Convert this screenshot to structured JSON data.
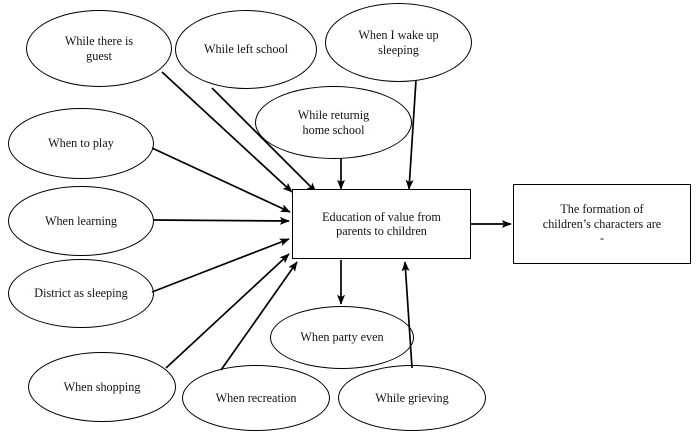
{
  "diagram": {
    "title": "Education of value from parents to children",
    "stroke_color": "#000000",
    "text_color": "#1a1208",
    "background": "#ffffff",
    "sources": [
      {
        "id": "while-there-is-guest",
        "label": "While there is\nguest",
        "line1": "While there is",
        "line2": "guest"
      },
      {
        "id": "while-left-school",
        "label": "While left school",
        "line1": "While left school",
        "line2": ""
      },
      {
        "id": "when-i-wake-up-sleeping",
        "label": "When I wake up\nsleeping",
        "line1": "When I wake up",
        "line2": "sleeping"
      },
      {
        "id": "while-returnig-home-school",
        "label": "While returnig\nhome school",
        "line1": "While returnig",
        "line2": "home school"
      },
      {
        "id": "when-to-play",
        "label": "When to play",
        "line1": "When to play",
        "line2": ""
      },
      {
        "id": "when-learning",
        "label": "When learning",
        "line1": "When learning",
        "line2": ""
      },
      {
        "id": "district-as-sleeping",
        "label": "District as sleeping",
        "line1": "District as sleeping",
        "line2": ""
      },
      {
        "id": "when-shopping",
        "label": "When shopping",
        "line1": "When shopping",
        "line2": ""
      },
      {
        "id": "when-recreation",
        "label": "When recreation",
        "line1": "When recreation",
        "line2": ""
      },
      {
        "id": "when-party-even",
        "label": "When party even",
        "line1": "When party even",
        "line2": ""
      },
      {
        "id": "while-grieving",
        "label": "While grieving",
        "line1": "While grieving",
        "line2": ""
      }
    ],
    "center_box": {
      "id": "education-of-value",
      "line1": "Education of value from",
      "line2": "parents to children"
    },
    "outcome_box": {
      "id": "formation-of-characters",
      "line1": "The formation of",
      "line2": "children’s characters are",
      "line3": "-"
    },
    "edges": [
      {
        "from": "while-there-is-guest",
        "to": "education-of-value",
        "kind": "arrow"
      },
      {
        "from": "while-left-school",
        "to": "education-of-value",
        "kind": "arrow"
      },
      {
        "from": "while-returnig-home-school",
        "to": "education-of-value",
        "kind": "arrow"
      },
      {
        "from": "when-i-wake-up-sleeping",
        "to": "education-of-value",
        "kind": "arrow"
      },
      {
        "from": "when-to-play",
        "to": "education-of-value",
        "kind": "arrow"
      },
      {
        "from": "when-learning",
        "to": "education-of-value",
        "kind": "arrow"
      },
      {
        "from": "district-as-sleeping",
        "to": "education-of-value",
        "kind": "arrow"
      },
      {
        "from": "when-shopping",
        "to": "education-of-value",
        "kind": "arrow"
      },
      {
        "from": "when-recreation",
        "to": "education-of-value",
        "kind": "arrow"
      },
      {
        "from": "while-grieving",
        "to": "education-of-value",
        "kind": "arrow"
      },
      {
        "from": "education-of-value",
        "to": "when-party-even",
        "kind": "arrow"
      },
      {
        "from": "education-of-value",
        "to": "formation-of-characters",
        "kind": "arrow"
      }
    ]
  }
}
